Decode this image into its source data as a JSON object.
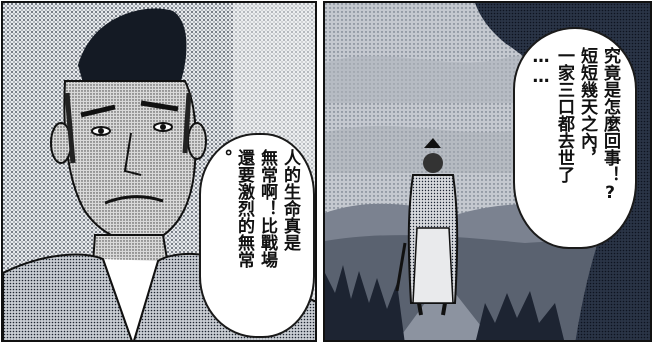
{
  "panels": [
    {
      "id": "left",
      "bubble": {
        "lines": [
          "人的生命真是",
          "無常啊！比戰場",
          "還要激烈的無常",
          "。"
        ]
      }
    },
    {
      "id": "right",
      "bubble": {
        "lines": [
          "究竟是怎麼回事！?",
          "短短幾天之內，",
          "一家三口都去世了",
          "……"
        ]
      }
    }
  ],
  "colors": {
    "ink": "#1c2433",
    "sky": "#b9bdc4",
    "paper": "#ffffff"
  }
}
